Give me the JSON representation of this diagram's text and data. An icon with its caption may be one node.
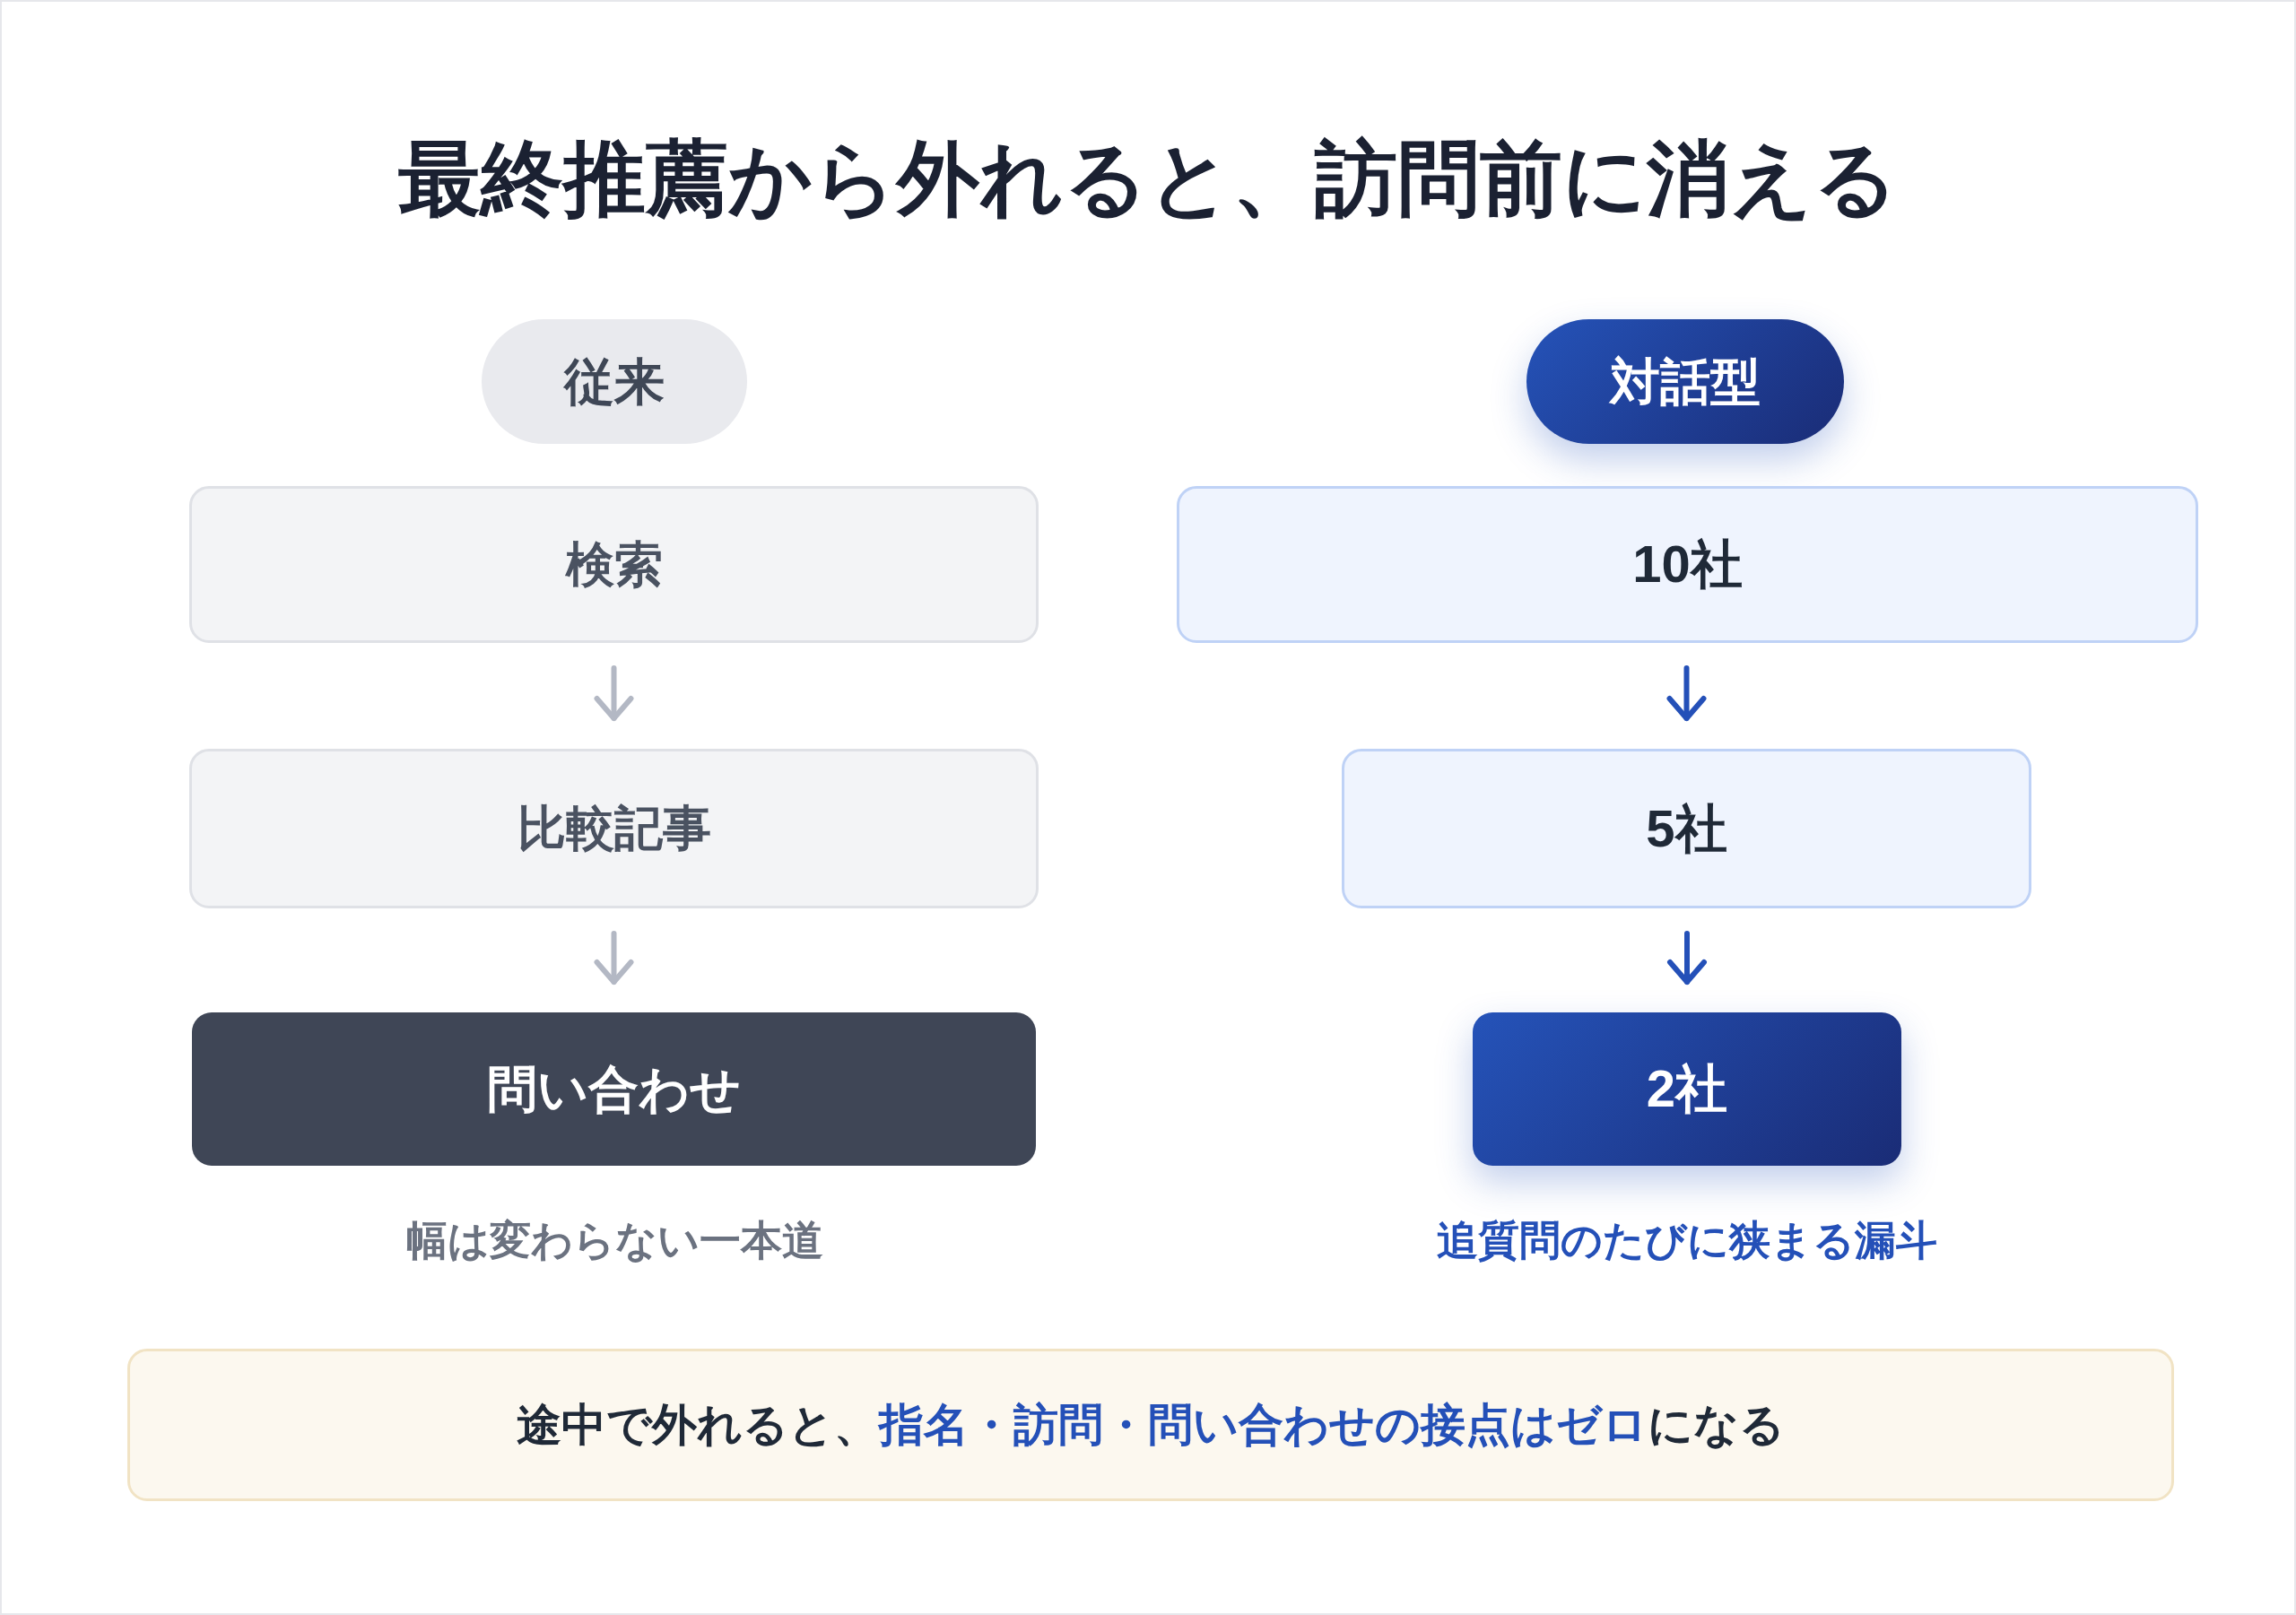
{
  "diagram": {
    "title": "最終推薦から外れると、訪問前に消える",
    "nodes": [
      {
        "text": [
          "従来"
        ]
      },
      {
        "text": [
          "検索"
        ]
      },
      {
        "text": [
          "比較記事"
        ]
      },
      {
        "text": [
          "問い合わせ"
        ]
      },
      {
        "text": [
          "対話型"
        ]
      },
      {
        "text": [
          "10社"
        ]
      },
      {
        "text": [
          "5社"
        ]
      },
      {
        "text": [
          "2社"
        ]
      },
      {
        "text": [
          "途中で外れると、**指名・訪問・問い合わせの接点はゼロ**になる"
        ]
      }
    ],
    "edges": [
      {
        "from": 1,
        "to": 2,
        "arrow": "to",
        "color": "#b3b8c4"
      },
      {
        "from": 2,
        "to": 3,
        "arrow": "to",
        "color": "#b3b8c4"
      },
      {
        "from": 5,
        "to": 6,
        "arrow": "to",
        "color": "#2450b8"
      },
      {
        "from": 6,
        "to": 7,
        "arrow": "to",
        "color": "#2450b8"
      }
    ],
    "labels": [
      "幅は変わらない一本道",
      "追質問のたびに狭まる漏斗"
    ]
  }
}
